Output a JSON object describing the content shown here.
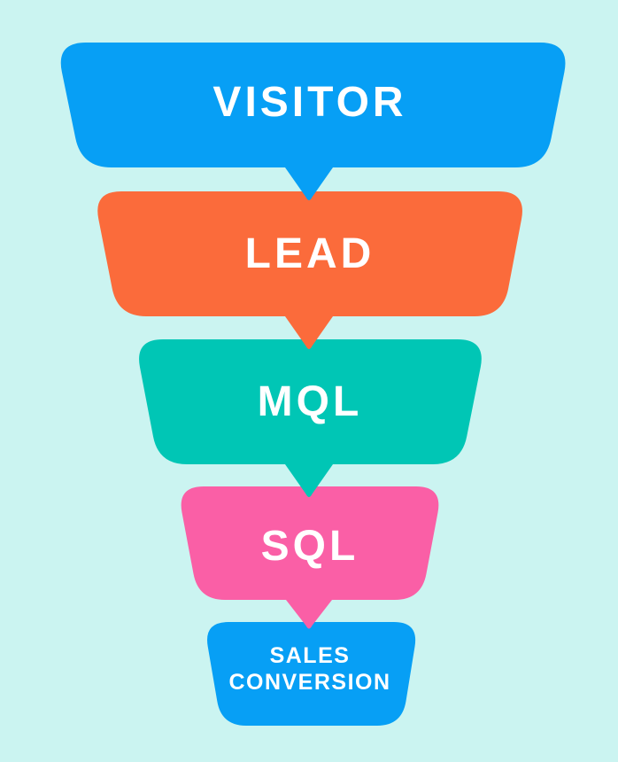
{
  "diagram": {
    "type": "marketing-sales-funnel",
    "background_color": "#CBF4F1",
    "text_color": "#FFFFFF",
    "stages": [
      {
        "label": "VISITOR",
        "color": "#079FF5",
        "order": 1,
        "has_arrow_tail": true
      },
      {
        "label": "LEAD",
        "color": "#FB6B3B",
        "order": 2,
        "has_arrow_tail": true
      },
      {
        "label": "MQL",
        "color": "#00C6B5",
        "order": 3,
        "has_arrow_tail": true
      },
      {
        "label": "SQL",
        "color": "#FA5FA6",
        "order": 4,
        "has_arrow_tail": true
      },
      {
        "label": "SALES CONVERSION",
        "lines": [
          "SALES",
          "CONVERSION"
        ],
        "color": "#079FF5",
        "order": 5,
        "has_arrow_tail": false
      }
    ]
  }
}
